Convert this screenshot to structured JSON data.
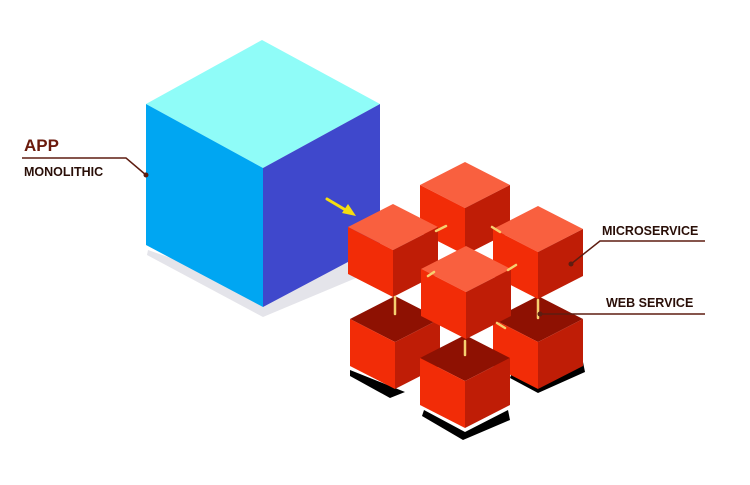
{
  "diagram": {
    "labels": {
      "app": "APP",
      "monolithic": "MONOLITHIC",
      "microservice": "MICROSERVICE",
      "web_service": "WEB SERVICE"
    },
    "colors": {
      "label_primary": "#6b1a0c",
      "label_secondary": "#2a0f08",
      "leader_line": "#5e1d11",
      "monolith_top": "#8ffcf8",
      "monolith_left": "#00a6f2",
      "monolith_right": "#3f48cc",
      "micro_top": "#f9603f",
      "micro_left": "#f22c07",
      "micro_right": "#bf1d06",
      "micro_dark": "#8e1102",
      "shadow": "#e4e4ea",
      "arrow": "#f5dd10",
      "connector": "#f6d070"
    }
  }
}
